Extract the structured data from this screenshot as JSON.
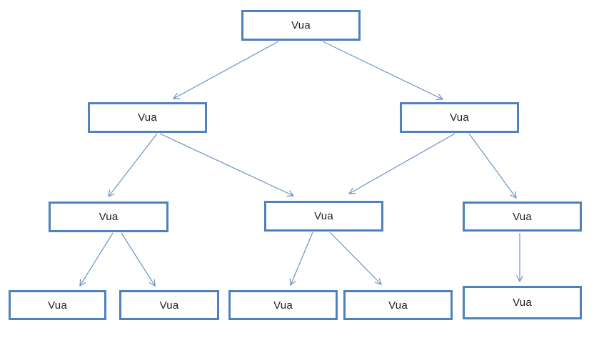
{
  "diagram": {
    "type": "tree",
    "colors": {
      "box_border": "#4f81bd",
      "box_fill": "#ffffff",
      "arrow_line": "#6b93c6",
      "label_text": "#1f1f1f",
      "background": "#ffffff"
    },
    "nodes": [
      {
        "id": "root",
        "level": 1,
        "label": "Vua"
      },
      {
        "id": "level2-left",
        "level": 2,
        "label": "Vua"
      },
      {
        "id": "level2-right",
        "level": 2,
        "label": "Vua"
      },
      {
        "id": "level3-left",
        "level": 3,
        "label": "Vua"
      },
      {
        "id": "level3-middle",
        "level": 3,
        "label": "Vua"
      },
      {
        "id": "level3-right",
        "level": 3,
        "label": "Vua"
      },
      {
        "id": "leaf-1",
        "level": 4,
        "label": "Vua"
      },
      {
        "id": "leaf-2",
        "level": 4,
        "label": "Vua"
      },
      {
        "id": "leaf-3",
        "level": 4,
        "label": "Vua"
      },
      {
        "id": "leaf-4",
        "level": 4,
        "label": "Vua"
      },
      {
        "id": "leaf-5",
        "level": 4,
        "label": "Vua"
      }
    ],
    "edges": [
      {
        "from": "root",
        "to": "level2-left"
      },
      {
        "from": "root",
        "to": "level2-right"
      },
      {
        "from": "level2-left",
        "to": "level3-left"
      },
      {
        "from": "level2-left",
        "to": "level3-middle"
      },
      {
        "from": "level2-right",
        "to": "level3-middle"
      },
      {
        "from": "level2-right",
        "to": "level3-right"
      },
      {
        "from": "level3-left",
        "to": "leaf-1"
      },
      {
        "from": "level3-left",
        "to": "leaf-2"
      },
      {
        "from": "level3-middle",
        "to": "leaf-3"
      },
      {
        "from": "level3-middle",
        "to": "leaf-4"
      },
      {
        "from": "level3-right",
        "to": "leaf-5"
      }
    ]
  }
}
